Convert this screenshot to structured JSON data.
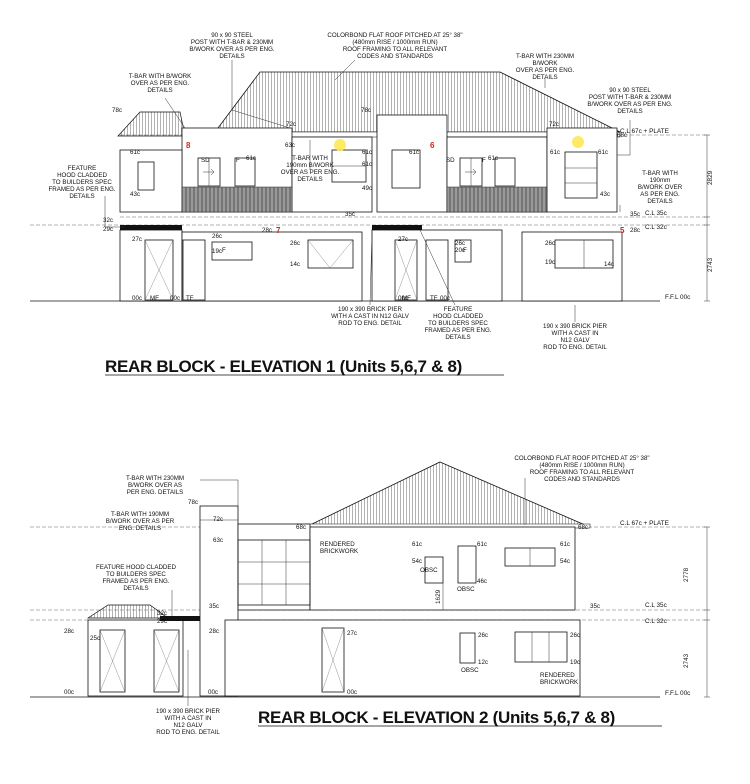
{
  "elevation1": {
    "title": "REAR BLOCK - ELEVATION 1 (Units 5,6,7 & 8)",
    "notes": {
      "steel_post_left": [
        "90 x 90 STEEL",
        "POST WITH T-BAR & 230MM",
        "B/WORK OVER AS PER ENG.",
        "DETAILS"
      ],
      "roof": [
        "COLORBOND FLAT ROOF PITCHED AT 25° 38\"",
        "(480mm RISE / 1000mm RUN)",
        "ROOF FRAMING TO ALL RELEVANT",
        "CODES AND STANDARDS"
      ],
      "tbar_230_right": [
        "T-BAR WITH 230MM",
        "B/WORK",
        "OVER AS PER ENG.",
        "DETAILS"
      ],
      "tbar_bwork_left": [
        "T-BAR WITH B/WORK",
        "OVER AS PER ENG.",
        "DETAILS"
      ],
      "steel_post_right": [
        "90 x 90 STEEL",
        "POST WITH T-BAR & 230MM",
        "B/WORK OVER AS PER ENG.",
        "DETAILS"
      ],
      "tbar_190_mid": [
        "T-BAR WITH",
        "190mm B/WORK",
        "OVER AS PER ENG.",
        "DETAILS"
      ],
      "feature_hood_left": [
        "FEATURE",
        "HOOD CLADDED",
        "TO BUILDERS SPEC",
        "FRAMED AS PER ENG.",
        "DETAILS"
      ],
      "tbar_190_right": [
        "T-BAR WITH",
        "190mm",
        "B/WORK OVER",
        "AS PER ENG.",
        "DETAILS"
      ],
      "brick_pier_mid": [
        "190 x 390 BRICK PIER",
        "WITH A CAST IN N12 GALV",
        "ROD TO ENG. DETAIL"
      ],
      "feature_hood_mid": [
        "FEATURE",
        "HOOD CLADDED",
        "TO BUILDERS SPEC",
        "FRAMED AS PER ENG.",
        "DETAILS"
      ],
      "brick_pier_right": [
        "190 x 390 BRICK PIER",
        "WITH A CAST IN",
        "N12 GALV",
        "ROD TO ENG. DETAIL"
      ]
    },
    "levels": {
      "plate": "C.L 67c + PLATE",
      "cl35": "C.L 35c",
      "cl32": "C.L 32c",
      "ffl": "F.F.L 00c"
    },
    "dims": {
      "upper": "2829",
      "lower": "2743"
    },
    "unit_numbers": [
      "8",
      "7",
      "6",
      "5"
    ],
    "labels": {
      "c78a": "78c",
      "c78b": "78c",
      "c72a": "72c",
      "c72b": "72c",
      "c68": "68c",
      "c63": "63c",
      "c61a": "61c",
      "c61b": "61c",
      "c61c": "61c",
      "c61d": "61c",
      "c61e": "61c",
      "c61f": "61c",
      "c61g": "61c",
      "c61h": "61c",
      "c49": "49c",
      "c43a": "43c",
      "c43b": "43c",
      "c35a": "35c",
      "c35b": "35c",
      "c32a": "32c",
      "c29a": "29c",
      "c28a": "28c",
      "c28b": "28c",
      "c27a": "27c",
      "c27b": "27c",
      "c26a": "26c",
      "c26b": "26c",
      "c26c": "26c",
      "c26d": "26c",
      "c20": "20c",
      "c19a": "19c",
      "c19b": "19c",
      "c14a": "14c",
      "c14b": "14c",
      "c00a": "00c",
      "c00b": "00c",
      "c00c": "00c",
      "c00d": "00c",
      "sd1": "SD",
      "sd2": "SD",
      "f1": "F",
      "f2": "F",
      "f3": "F",
      "f4": "F",
      "mf1": "MF",
      "mf2": "MF",
      "tf1": "TF",
      "tf2": "TF"
    }
  },
  "elevation2": {
    "title": "REAR BLOCK - ELEVATION 2  (Units 5,6,7 & 8)",
    "notes": {
      "roof": [
        "COLORBOND FLAT ROOF PITCHED AT 25° 38\"",
        "(480mm RISE / 1000mm RUN)",
        "ROOF FRAMING TO ALL RELEVANT",
        "CODES AND STANDARDS"
      ],
      "tbar_230": [
        "T-BAR WITH 230MM",
        "B/WORK OVER AS",
        "PER ENG. DETAILS"
      ],
      "tbar_190": [
        "T-BAR WITH 190MM",
        "B/WORK OVER AS PER",
        "ENG. DETAILS"
      ],
      "feature_hood": [
        "FEATURE HOOD CLADDED",
        "TO BUILDERS SPEC",
        "FRAMED AS PER ENG.",
        "DETAILS"
      ],
      "brick_pier": [
        "190 x 390 BRICK PIER",
        "WITH A CAST IN",
        "N12 GALV",
        "ROD TO ENG. DETAIL"
      ],
      "rendered_upper": [
        "RENDERED",
        "BRICKWORK"
      ],
      "rendered_lower": [
        "RENDERED",
        "BRICKWORK"
      ]
    },
    "levels": {
      "plate": "C.L 67c + PLATE",
      "cl35": "C.L 35c",
      "cl32": "C.L 32c",
      "ffl": "F.F.L 00c"
    },
    "dims": {
      "upper": "2778",
      "lower": "2743",
      "mid": "1629"
    },
    "labels": {
      "c78": "78c",
      "c72": "72c",
      "c68a": "68c",
      "c68b": "68c",
      "c63": "63c",
      "c61a": "61c",
      "c61b": "61c",
      "c61c": "61c",
      "c54a": "54c",
      "c54b": "54c",
      "c46": "46c",
      "c35a": "35c",
      "c35b": "35c",
      "c32": "32c",
      "c29": "29c",
      "c28a": "28c",
      "c28b": "28c",
      "c27": "27c",
      "c26a": "26c",
      "c26b": "26c",
      "c25": "25c",
      "c19": "19c",
      "c12": "12c",
      "c00a": "00c",
      "c00b": "00c",
      "c00c": "00c",
      "obsc1": "OBSC",
      "obsc2": "OBSC",
      "obsc3": "OBSC"
    }
  }
}
